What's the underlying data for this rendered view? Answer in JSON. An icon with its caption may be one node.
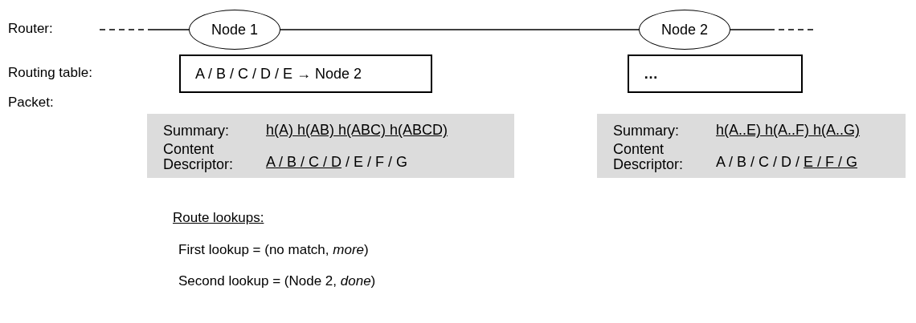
{
  "diagram": {
    "nodes": [
      {
        "text": [
          "Node 1"
        ]
      },
      {
        "text": [
          "Node 2"
        ]
      },
      {
        "text": [
          "A / B / C / D / E → Node 2"
        ]
      },
      {
        "text": [
          "…"
        ]
      },
      {
        "text": [
          "Summary:",
          "h(A) h(AB) h(ABC) h(ABCD)",
          "Content Descriptor:",
          "A / B / C / D",
          "/ E / F / G"
        ]
      },
      {
        "text": [
          "Summary:",
          "h(A..E) h(A..F) h(A..G)",
          "Content Descriptor:",
          "A / B / C / D /",
          "E / F / G"
        ]
      }
    ],
    "edges": [
      {
        "from": null,
        "to": 0,
        "arrow": "none",
        "style": "dashed"
      },
      {
        "from": 0,
        "to": 1,
        "arrow": "none"
      },
      {
        "from": 1,
        "to": null,
        "arrow": "none",
        "style": "dashed"
      }
    ],
    "labels": [
      "Router:",
      "Routing table:",
      "Packet:",
      "Route lookups:",
      "First lookup = (no match, *more*)",
      "Second lookup = (Node 2, *done*)"
    ]
  }
}
